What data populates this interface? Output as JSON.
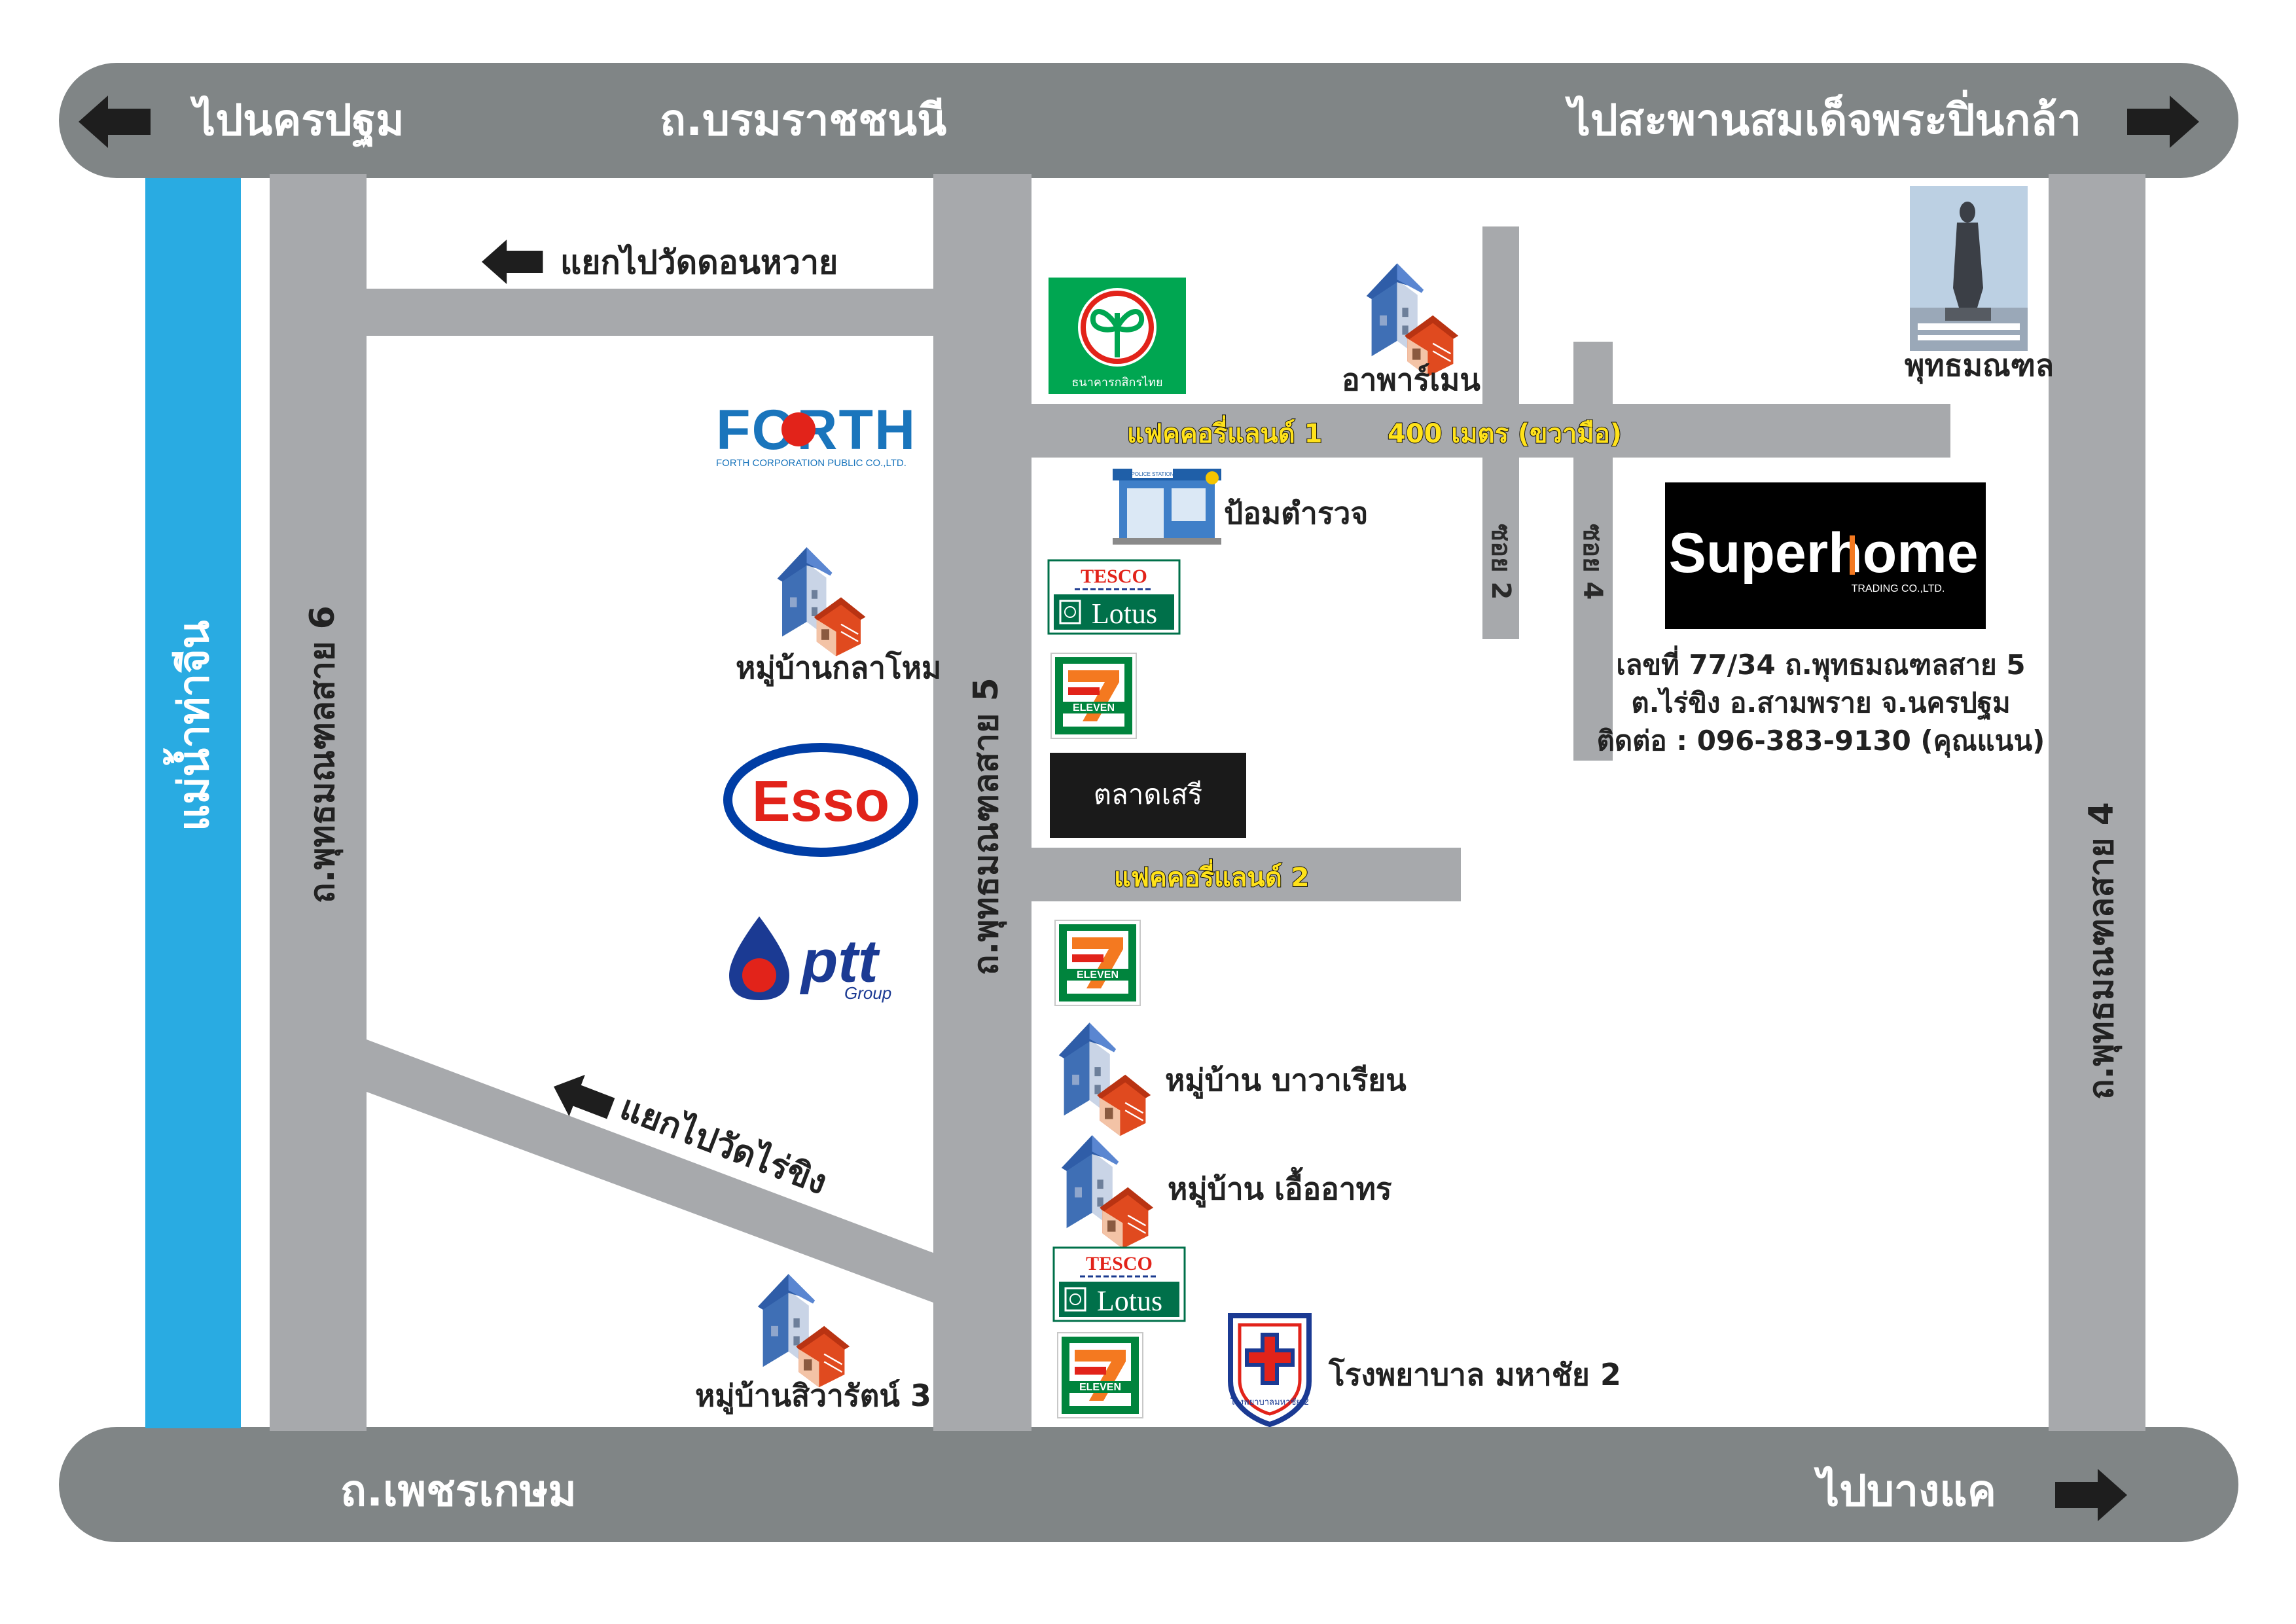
{
  "roads": {
    "top_road": "ถ.บรมราชชนนี",
    "bottom_road": "ถ.เพชรเกษม",
    "road_6": "ถ.พุทธมณฑลสาย 6",
    "road_5": "ถ.พุทธมณฑลสาย 5",
    "road_4": "ถ.พุทธมณฑลสาย 4",
    "river": "แม่น้ำท่าจีน",
    "soi_2": "ซอย 2",
    "soi_4": "ซอย 4"
  },
  "directions": {
    "to_nakhon_pathom": "ไปนครปฐม",
    "to_bridge": "ไปสะพานสมเด็จพระปิ่นกล้า",
    "to_bang_khae": "ไปบางแค",
    "to_wat_don_wai": "แยกไปวัดดอนหวาย",
    "to_wat_rai_khing": "แยกไปวัดไร่ขิง"
  },
  "alleys": {
    "factory_land_1": "แฟคคอรี่แลนด์ 1",
    "distance_note": "400 เมตร (ขวามือ)",
    "factory_land_2": "แฟคคอรี่แลนด์ 2"
  },
  "places": {
    "kasikorn_caption": "ธนาคารกสิกรไทย",
    "apartment": "อาพาร์เมน",
    "buddha_park": "พุทธมณฑล",
    "police_box": "ป้อมตำรวจ",
    "talat_seri": "ตลาดเสรี",
    "village_kalahom": "หมู่บ้านกลาโหม",
    "village_bavarian": "หมู่บ้าน บาวาเรียน",
    "village_euea_athon": "หมู่บ้าน เอื้ออาทร",
    "village_siwarat": "หมู่บ้านสิวารัตน์ 3",
    "hospital": "โรงพยาบาล มหาชัย 2",
    "hospital_badge": "โรงพยาบาลมหาชัย 2",
    "police_sign": "POLICE STATION"
  },
  "brands": {
    "forth_name": "FORTH",
    "forth_sub": "FORTH CORPORATION PUBLIC CO.,LTD.",
    "esso": "Esso",
    "ptt": "ptt",
    "ptt_sub": "Group",
    "tesco": "TESCO",
    "lotus": "Lotus",
    "eleven": "ELEVEN",
    "seven": "7"
  },
  "company": {
    "name": "Superhome",
    "sub": "TRADING CO.,LTD.",
    "address_1": "เลขที่ 77/34 ถ.พุทธมณฑลสาย 5",
    "address_2": "ต.ไร่ขิง อ.สามพราย จ.นครปฐม",
    "contact": "ติดต่อ : 096-383-9130 (คุณแนน)"
  },
  "colors": {
    "road_dark": "#808586",
    "road_light": "#a7a9ac",
    "river": "#29abe2",
    "road_text": "#ffffff",
    "label_text": "#222222",
    "highlight_text": "#ffe21a",
    "kasikorn_green": "#00a651",
    "seven_green": "#00843d",
    "seven_orange": "#f47920",
    "seven_red": "#e2231a",
    "esso_red": "#e2231a",
    "esso_blue": "#003da5",
    "ptt_blue": "#1b3a93",
    "ptt_red": "#e2231a",
    "tesco_red": "#e2231a",
    "lotus_green": "#00704a",
    "forth_blue": "#1a75bc",
    "house_blue": "#3f72c8",
    "house_red": "#e04a1f"
  },
  "icons": [
    "arrow-left-icon",
    "arrow-right-icon",
    "house-icon",
    "police-box-icon",
    "buddha-statue-icon",
    "hospital-cross-icon"
  ]
}
